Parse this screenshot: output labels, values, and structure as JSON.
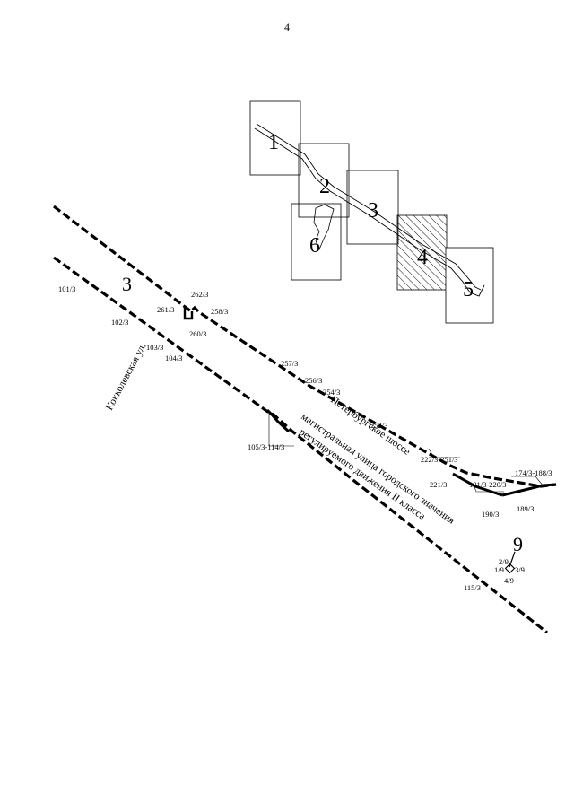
{
  "page_number": "4",
  "inset": {
    "sheets": [
      "1",
      "2",
      "3",
      "4",
      "5",
      "6"
    ]
  },
  "section_labels": {
    "main": "3",
    "secondary": "9"
  },
  "streets": {
    "kokkolevskaya": "Кокколевская ул.",
    "road_name": "Петербургское шоссе",
    "road_class_1": "магистральная улица городского значения",
    "road_class_2": "регулируемого движения II класса"
  },
  "parcels": {
    "p101": "101/3",
    "p102": "102/3",
    "p103": "103/3",
    "p104": "104/3",
    "p105_114": "105/3-114/3",
    "p262": "262/3",
    "p261": "261/3",
    "p258": "258/3",
    "p260": "260/3",
    "p257": "257/3",
    "p256": "256/3",
    "p254": "254/3",
    "p252": "252/3",
    "p222_251": "222/3-251/3",
    "p221": "221/3",
    "p191_220": "191/3-220/3",
    "p190": "190/3",
    "p189": "189/3",
    "p174_188": "174/3-188/3",
    "p115": "115/3",
    "p2_9": "2/9",
    "p1_9": "1/9",
    "p3_9": "3/9",
    "p4_9": "4/9"
  },
  "colors": {
    "line": "#000000",
    "background": "#ffffff"
  }
}
